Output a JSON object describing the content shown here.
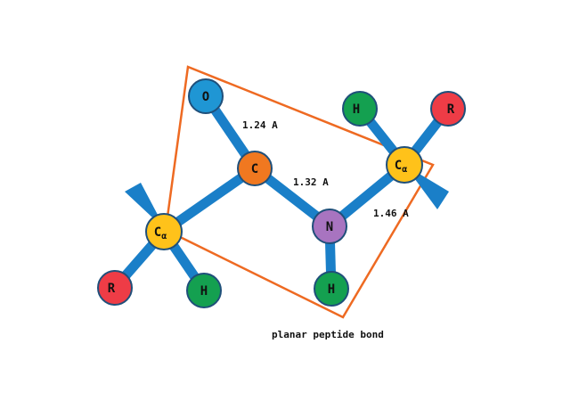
{
  "colors": {
    "bond": "#1a7fc8",
    "bond_outline": "#1560a0",
    "plane": "#ee6a22",
    "atom_outline": "#1f4f7a",
    "ca": "#ffc21a",
    "c": "#f07820",
    "o": "#1f96d4",
    "n": "#a874c0",
    "h": "#14a050",
    "r": "#ee3c46"
  },
  "atoms": {
    "o": "O",
    "c": "C",
    "n": "N",
    "h_n": "H",
    "ca_left": "C",
    "ca_right": "C",
    "ca_subscript": "α",
    "h_left": "H",
    "r_left": "R",
    "h_right": "H",
    "r_right": "R"
  },
  "bond_lengths": {
    "c_o": "1.24 A",
    "c_n": "1.32 A",
    "n_ca": "1.46 A"
  },
  "caption": "planar peptide bond"
}
